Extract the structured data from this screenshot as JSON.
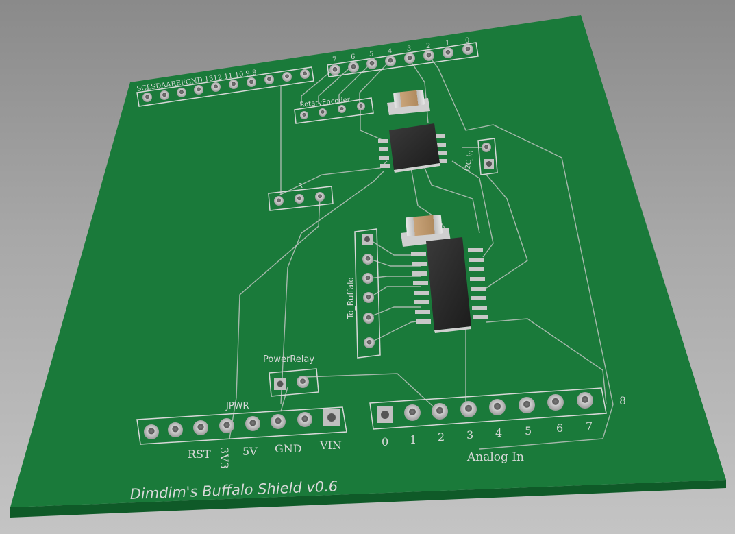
{
  "board": {
    "title": "Dimdim's Buffalo Shield v0.6",
    "colors": {
      "pcb": "#1a7a3a",
      "edge": "#0f5a28",
      "silkscreen": "#d8d8d8",
      "pad": "#b8b8b8",
      "ic": "#2a2a2a"
    }
  },
  "labels": {
    "rotary_encoder": "RotaryEncoder",
    "ir": "IR",
    "i2c_in": "I2C_in",
    "to_buffalo": "To_Buffalo",
    "power_relay": "PowerRelay",
    "jpwr": "JPWR",
    "analog_in": "Analog In",
    "pin_8_right": "8",
    "digital_low": [
      "7",
      "6",
      "5",
      "4",
      "3",
      "2",
      "1",
      "0"
    ],
    "digital_high": [
      "SCL",
      "SDA",
      "AREF",
      "GND",
      "13",
      "12",
      "11",
      "10",
      "9",
      "8"
    ],
    "digital_high_text": "SCLSDAAREFGND 1312  11  10  9  8",
    "power_pins": [
      "RST",
      "3V3",
      "5V",
      "GND",
      "VIN"
    ],
    "analog_pins": [
      "0",
      "1",
      "2",
      "3",
      "4",
      "5",
      "6",
      "7"
    ]
  }
}
